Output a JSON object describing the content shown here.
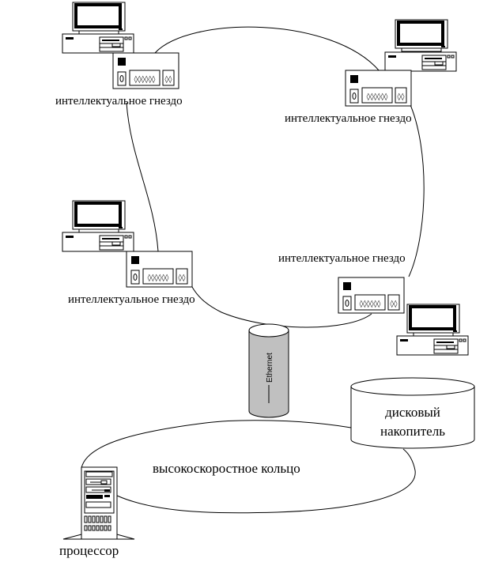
{
  "nodes": [
    {
      "label": "интеллектуальное гнездо"
    },
    {
      "label": "интеллектуальное гнездо"
    },
    {
      "label": "интеллектуальное гнездо"
    },
    {
      "label": "интеллектуальное гнездо"
    }
  ],
  "ethernet": {
    "label": "Ethernet",
    "color": "#c0c0c0"
  },
  "disk": {
    "line1": "дисковый",
    "line2": "накопитель"
  },
  "ring": {
    "label": "высокоскоростное кольцо"
  },
  "processor": {
    "label": "процессор"
  }
}
